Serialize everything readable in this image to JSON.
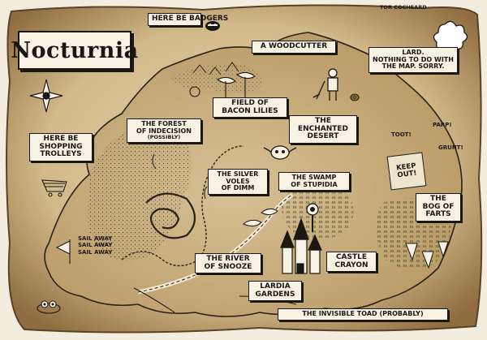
{
  "map": {
    "title": "Nocturnia",
    "signature": "Tor Cocheard",
    "labels": {
      "badgers": "Here be badgers",
      "woodcutter": "A woodcutter",
      "lard_line1": "Lard.",
      "lard_line2": "Nothing to do with",
      "lard_line3": "the map. Sorry.",
      "bacon_line1": "Field of",
      "bacon_line2": "Bacon Lilies",
      "forest_line1": "The Forest",
      "forest_line2": "of Indecision",
      "forest_line3": "(Possibly)",
      "desert_line1": "The",
      "desert_line2": "Enchanted",
      "desert_line3": "Desert",
      "trolleys_line1": "Here be",
      "trolleys_line2": "Shopping",
      "trolleys_line3": "Trolleys",
      "silver_line1": "The Silver",
      "silver_line2": "Voles",
      "silver_line3": "of Dimm",
      "swamp_line1": "The Swamp",
      "swamp_line2": "of Stupidia",
      "keep_out": "Keep Out!",
      "toot": "Toot!",
      "parp": "Parp!",
      "grunt": "Grunt!",
      "bog_line1": "The",
      "bog_line2": "Bog of",
      "bog_line3": "Farts",
      "sail1": "Sail away",
      "sail2": "Sail away",
      "sail3": "Sail away",
      "snooze_line1": "The River",
      "snooze_line2": "of Snooze",
      "castle_line1": "Castle",
      "castle_line2": "Crayon",
      "lardia_line1": "Lardia",
      "lardia_line2": "Gardens",
      "toad": "The Invisible Toad (Probably)"
    }
  },
  "colors": {
    "parchment": "#d9c39a",
    "parchment_dark": "#8a6a3f",
    "ink": "#1b1712",
    "label_bg": "#f8f2e4",
    "land": "#c9ad7d"
  }
}
